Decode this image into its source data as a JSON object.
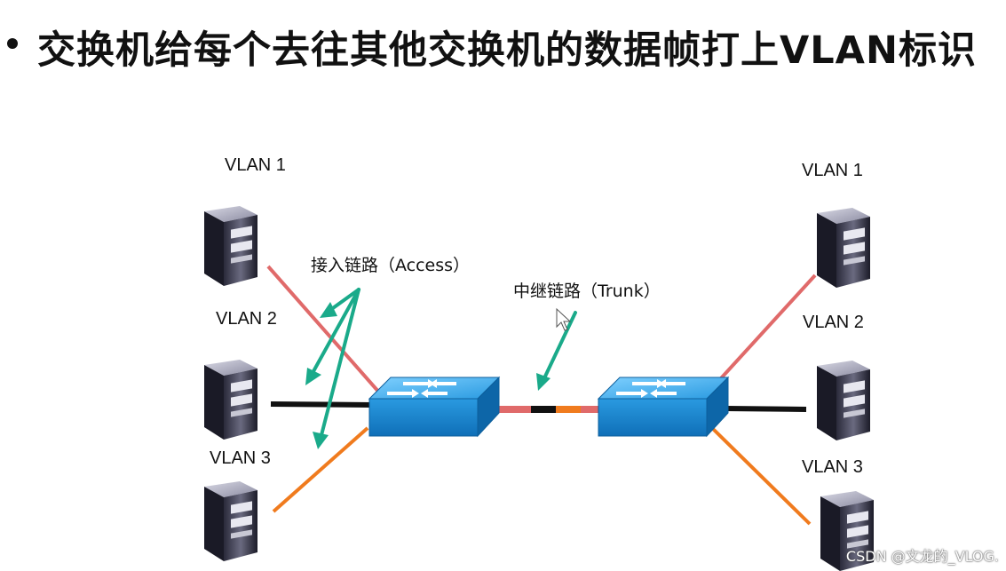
{
  "slide": {
    "title": "交换机给每个去往其他交换机的数据帧打上VLAN标识"
  },
  "labels": {
    "left_vlan1": "VLAN 1",
    "left_vlan2": "VLAN 2",
    "left_vlan3": "VLAN 3",
    "right_vlan1": "VLAN 1",
    "right_vlan2": "VLAN 2",
    "right_vlan3": "VLAN 3",
    "access_link": "接入链路（Access）",
    "trunk_link": "中继链路（Trunk）"
  },
  "colors": {
    "vlan1": "#e06a6a",
    "vlan2": "#111111",
    "vlan3": "#f07b1e",
    "pointer_arrow": "#1aaa8a",
    "switch_blue": "#1a8fd8"
  },
  "icons": [
    "server-icon",
    "switch-icon",
    "cursor-icon"
  ],
  "watermark": "CSDN @文龙的_VLOG."
}
